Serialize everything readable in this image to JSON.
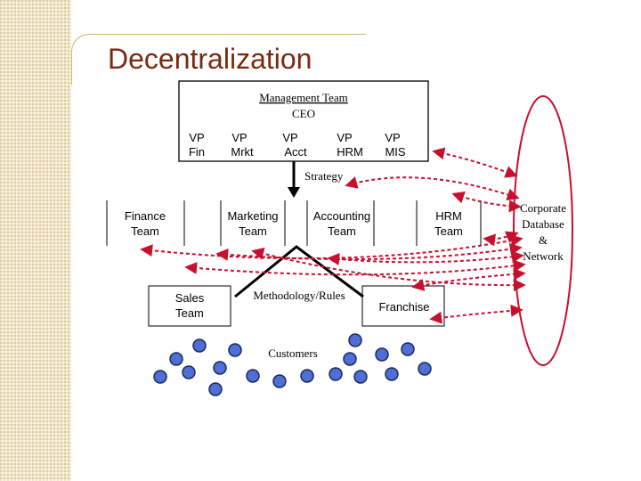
{
  "slide": {
    "title": "Decentralization"
  },
  "management_box": {
    "title_line1": "Management Team",
    "title_line2": "CEO",
    "vps": [
      {
        "line1": "VP",
        "line2": "Fin"
      },
      {
        "line1": "VP",
        "line2": "Mrkt"
      },
      {
        "line1": "VP",
        "line2": "Acct"
      },
      {
        "line1": "VP",
        "line2": "HRM"
      },
      {
        "line1": "VP",
        "line2": "MIS"
      }
    ]
  },
  "strategy_label": "Strategy",
  "teams": [
    {
      "line1": "Finance",
      "line2": "Team"
    },
    {
      "line1": "Marketing",
      "line2": "Team"
    },
    {
      "line1": "Accounting",
      "line2": "Team"
    },
    {
      "line1": "HRM",
      "line2": "Team"
    }
  ],
  "sales_team": {
    "line1": "Sales",
    "line2": "Team"
  },
  "methodology_label": "Methodology/Rules",
  "franchise_label": "Franchise",
  "customers_label": "Customers",
  "corporate_db": {
    "line1": "Corporate",
    "line2": "Database",
    "line3": "&",
    "line4": "Network"
  },
  "colors": {
    "title": "#7a2a10",
    "accent_red": "#c8102e",
    "customer_fill": "#4f6fd6",
    "customer_stroke": "#1a2a5c",
    "line": "#000000"
  },
  "icons": {
    "customer": "circle-icon",
    "strategy_arrow": "arrow-down-icon"
  }
}
